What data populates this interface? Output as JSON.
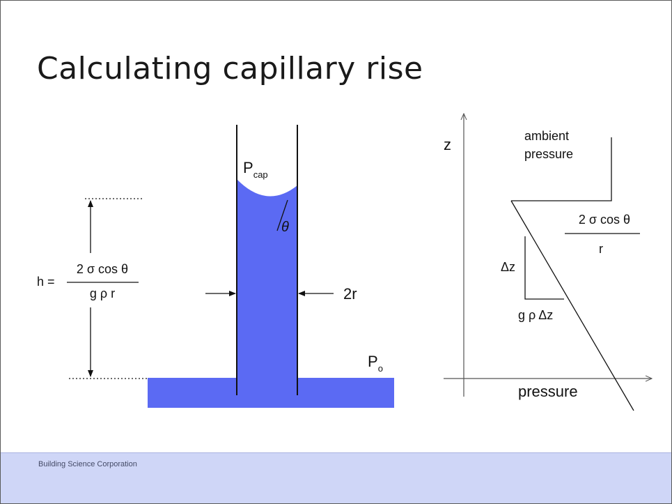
{
  "slide": {
    "title": "Calculating capillary rise",
    "footer": "Building Science Corporation"
  },
  "left_diagram": {
    "p_cap": {
      "main": "P",
      "sub": "cap"
    },
    "theta": "θ",
    "tube_width_label": "2r",
    "p_o": {
      "main": "P",
      "sub": "o"
    },
    "h_formula": {
      "lhs": "h =",
      "numerator": "2 σ cos θ",
      "denominator": "g ρ r"
    }
  },
  "right_diagram": {
    "z_axis_label": "z",
    "x_axis_label": "pressure",
    "ambient_label_line1": "ambient",
    "ambient_label_line2": "pressure",
    "surface_formula": {
      "numerator": "2 σ cos θ",
      "denominator": "r"
    },
    "delta_z_label": "Δz",
    "gradient_label": "g ρ Δz"
  },
  "colors": {
    "water": "#5b6af3",
    "footer_bg": "#cfd6f7"
  }
}
